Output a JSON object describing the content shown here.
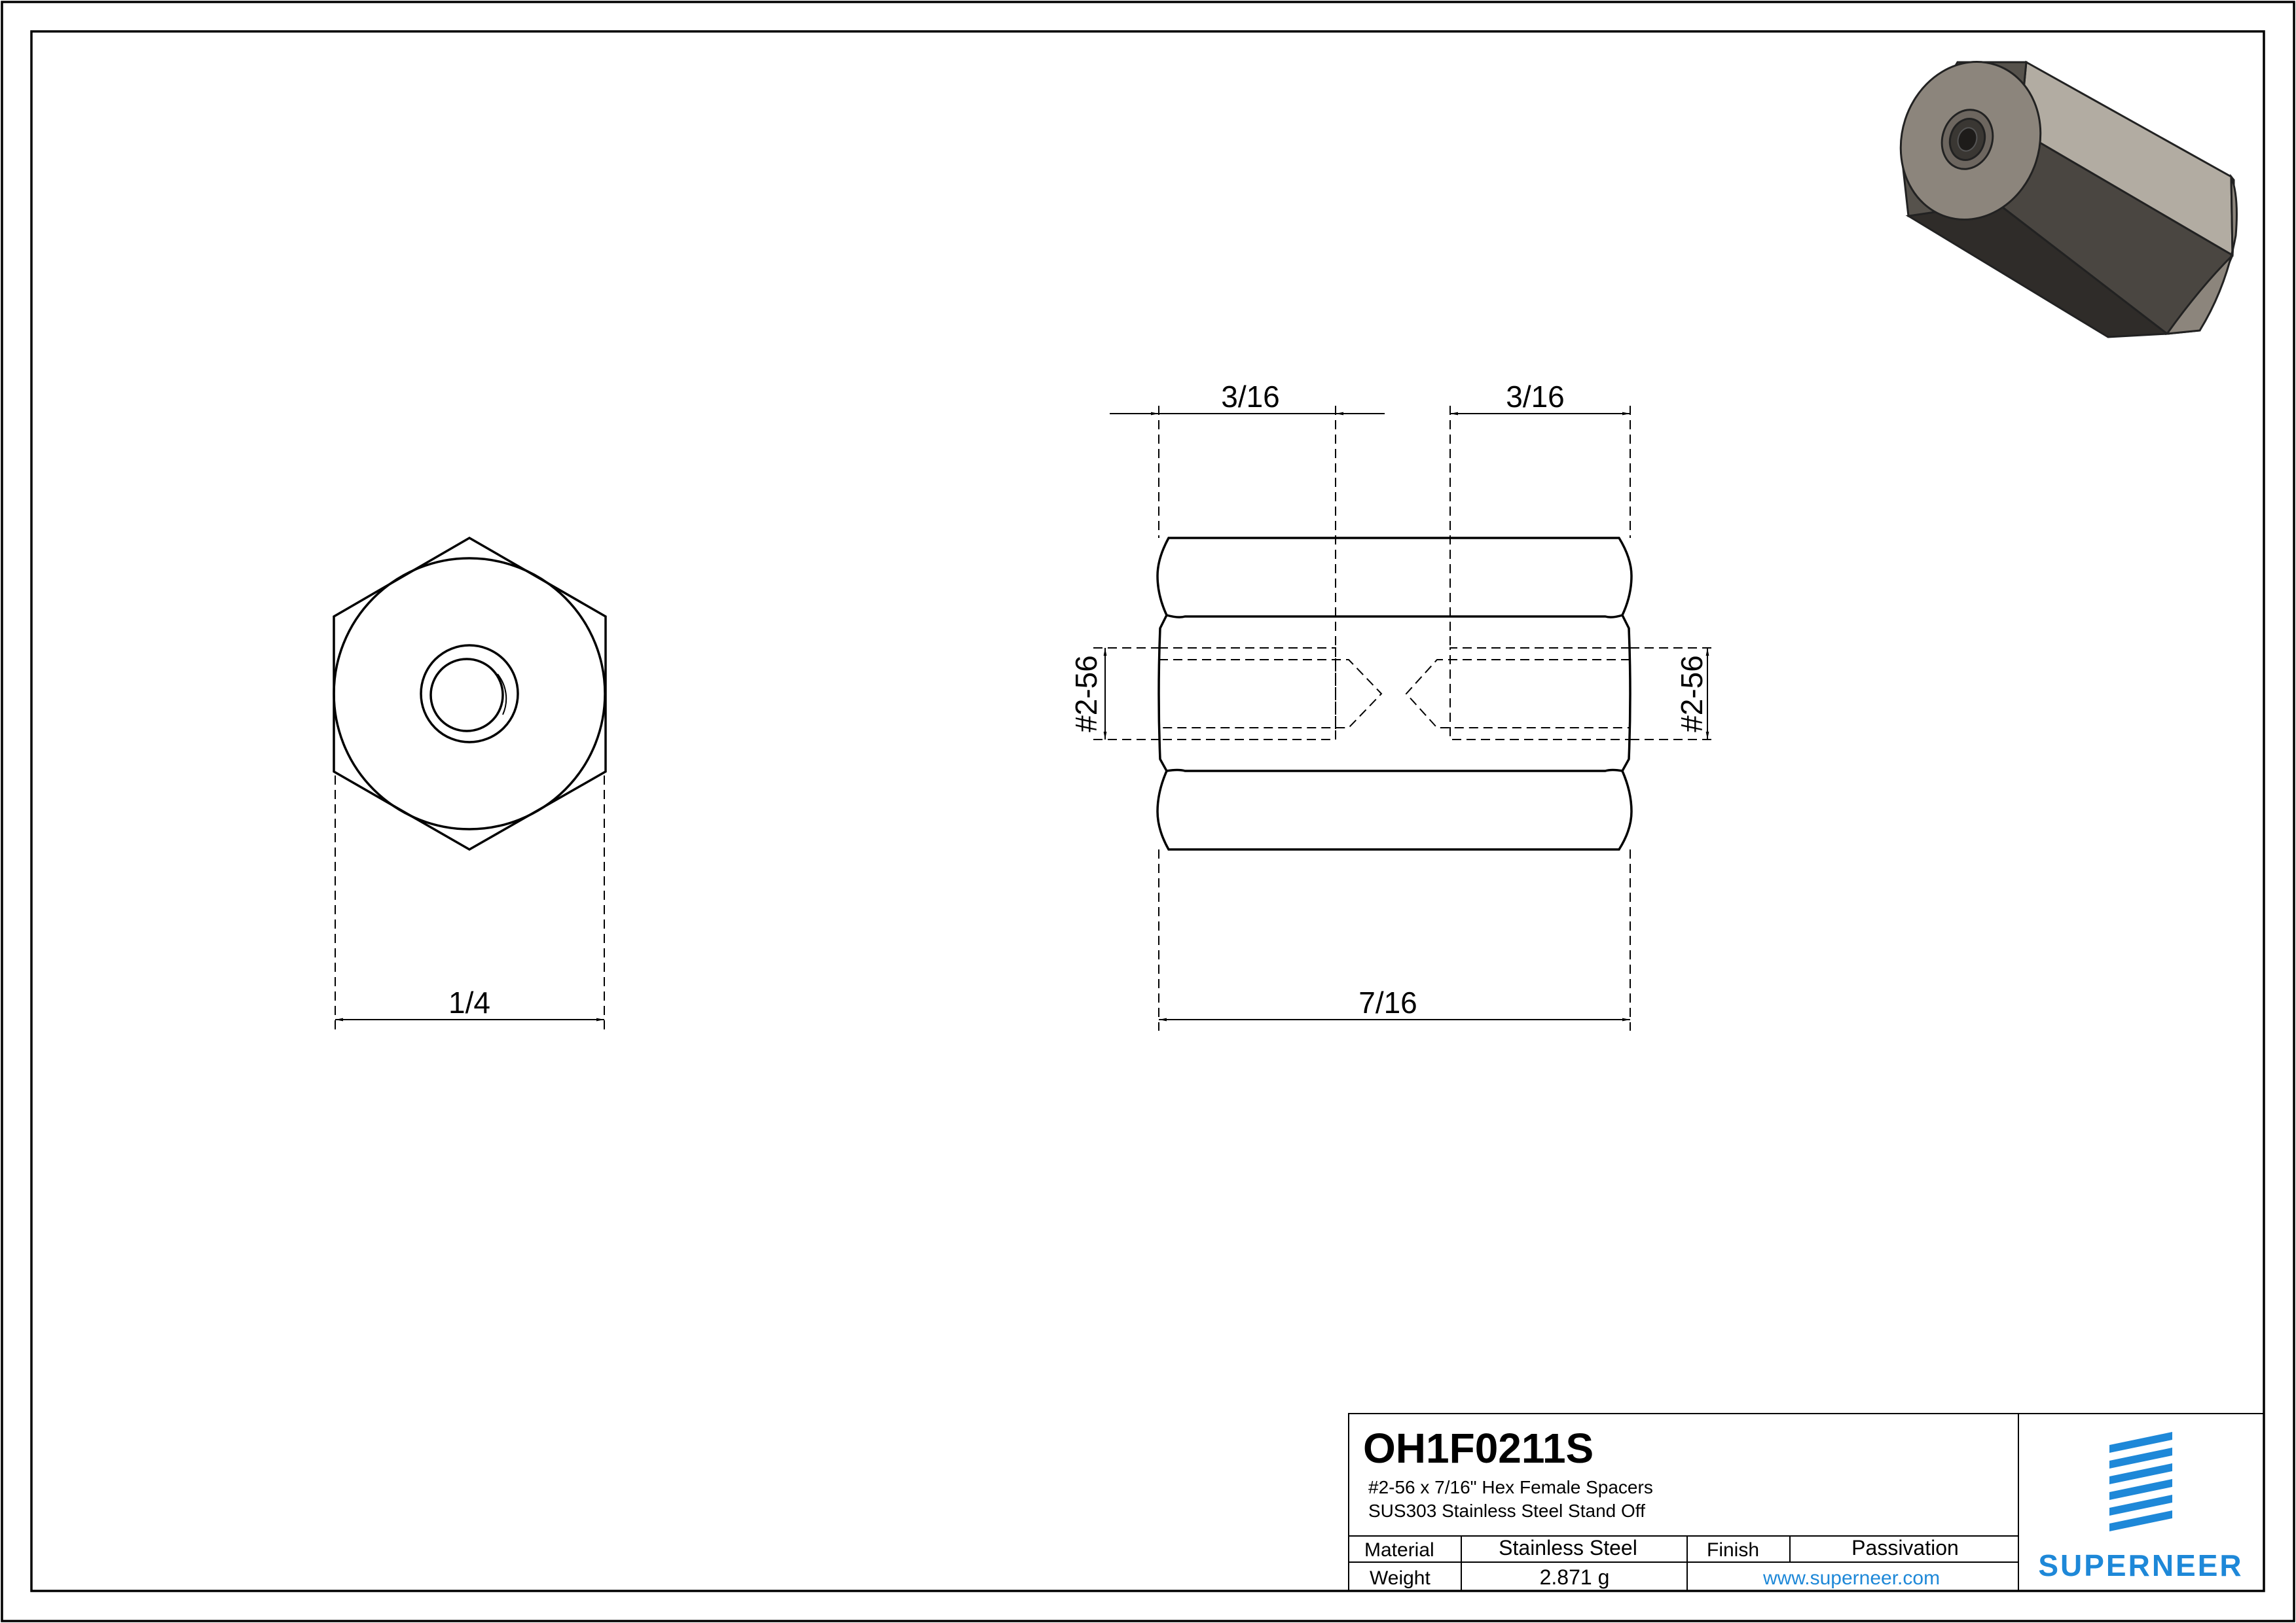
{
  "drawing": {
    "dimensions": {
      "thread_depth_left": "3/16",
      "thread_depth_right": "3/16",
      "thread_left": "#2-56",
      "thread_right": "#2-56",
      "hex_width": "1/4",
      "overall_length": "7/16"
    }
  },
  "title_block": {
    "part_number": "OH1F0211S",
    "description_line1": "#2-56 x 7/16\" Hex Female Spacers",
    "description_line2": "SUS303 Stainless Steel Stand Off",
    "material_label": "Material",
    "material_value": "Stainless Steel",
    "finish_label": "Finish",
    "finish_value": "Passivation",
    "weight_label": "Weight",
    "weight_value": "2.871 g",
    "website": "www.superneer.com",
    "brand": "SUPERNEER"
  },
  "colors": {
    "brand_blue": "#1e88d8",
    "link_blue": "#1e88d8",
    "steel_light": "#b2aca2",
    "steel_mid": "#8c857c",
    "steel_dark": "#4a4641"
  }
}
